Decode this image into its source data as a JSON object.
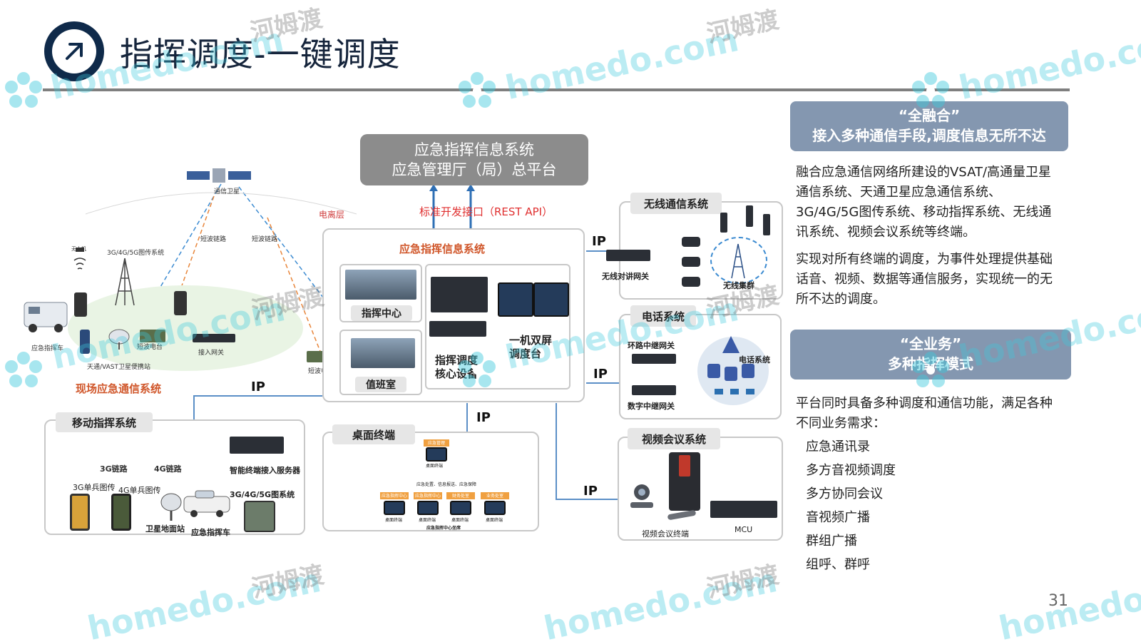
{
  "header": {
    "title": "指挥调度-一键调度"
  },
  "platform": {
    "line1": "应急指挥信息系统",
    "line2": "应急管理厅（局）总平台",
    "api": "标准开发接口（REST API）"
  },
  "field": {
    "satellite": "通信卫星",
    "ionosphere": "电离层",
    "uav": "无人机",
    "backhaul": "3G/4G/5G图传系统",
    "shortwave_link_1": "短波链路",
    "shortwave_link_2": "短波链路",
    "vehicle": "应急指挥车",
    "shortwave_radio_1": "短波电台",
    "vsat_station": "天通/VAST卫星便携站",
    "access_gateway": "接入网关",
    "shortwave_radio_2": "短波电台",
    "system_title": "现场应急通信系统"
  },
  "center": {
    "title": "应急指挥信息系统",
    "command_center": "指挥中心",
    "duty_room": "值班室",
    "dispatch_core": "指挥调度\n核心设备",
    "dual_screen": "一机双屏\n调度台"
  },
  "mobile": {
    "title": "移动指挥系统",
    "link_3g": "3G链路",
    "link_4g": "4G链路",
    "server": "智能终端接入服务器",
    "backhaul": "3G/4G/5G图系统",
    "soldier_3g": "3G单兵图传",
    "soldier_4g": "4G单兵图传",
    "ground_station": "卫星地面站",
    "vehicle": "应急指挥车"
  },
  "desktop": {
    "title": "桌面终端",
    "top_tag": "应急管理",
    "top_terminal": "桌面终端",
    "branch_labels": [
      "应急处置、信息报送、应急保障"
    ],
    "tags": [
      "应急指挥中心",
      "应急指挥中心",
      "财务处室",
      "业务处室"
    ],
    "terminal": "桌面终端",
    "footer": "应急指挥中心坐席"
  },
  "wireless": {
    "title": "无线通信系统",
    "gateway": "无线对讲网关",
    "trunking": "无线集群"
  },
  "phone": {
    "title": "电话系统",
    "loop_gateway": "环路中继网关",
    "digital_gateway": "数字中继网关",
    "system": "电话系统"
  },
  "video": {
    "title": "视频会议系统",
    "terminal": "视频会议终端",
    "mcu": "MCU"
  },
  "ip_labels": {
    "left": "IP",
    "wireless": "IP",
    "phone": "IP",
    "desktop": "IP",
    "video": "IP"
  },
  "right": {
    "banner1": {
      "line1": "“全融合”",
      "line2": "接入多种通信手段,调度信息无所不达"
    },
    "para1": "融合应急通信网络所建设的VSAT/高通量卫星通信系统、天通卫星应急通信系统、3G/4G/5G图传系统、移动指挥系统、无线通讯系统、视频会议系统等终端。",
    "para2": "实现对所有终端的调度，为事件处理提供基础话音、视频、数据等通信服务，实现统一的无所不达的调度。",
    "banner2": {
      "line1": "“全业务”",
      "line2": "多种指挥模式"
    },
    "para3": "平台同时具备多种调度和通信功能，满足各种不同业务需求：",
    "items": [
      "应急通讯录",
      "多方音视频调度",
      "多方协同会议",
      "音视频广播",
      "群组广播",
      "组呼、群呼"
    ]
  },
  "page_number": "31",
  "watermark": {
    "brand": "homedo.com",
    "cn": "河姆渡"
  },
  "colors": {
    "banner": "#8497b0",
    "title": "#15243b",
    "orange": "#d0562a",
    "api": "#e03030",
    "platform": "#8c8c8c"
  }
}
